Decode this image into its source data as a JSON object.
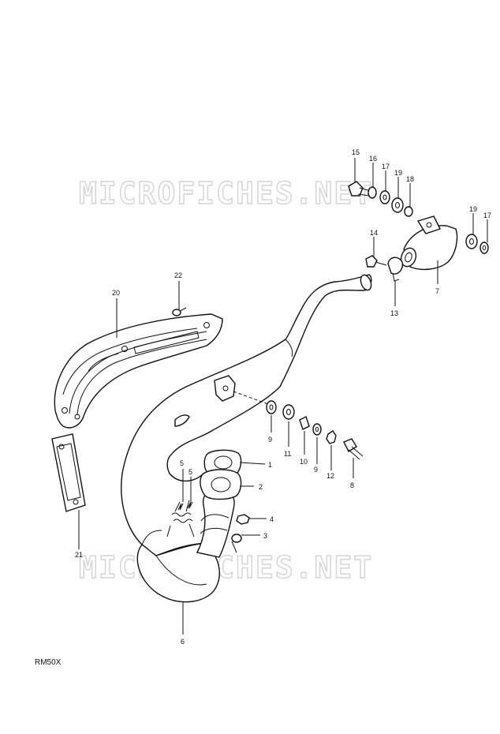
{
  "watermark": "MICROFICHES.NET",
  "model_code": "RM50X",
  "callouts": [
    {
      "id": "c1",
      "label": "1"
    },
    {
      "id": "c2",
      "label": "2"
    },
    {
      "id": "c3",
      "label": "3"
    },
    {
      "id": "c4",
      "label": "4"
    },
    {
      "id": "c5a",
      "label": "5"
    },
    {
      "id": "c5b",
      "label": "5"
    },
    {
      "id": "c6",
      "label": "6"
    },
    {
      "id": "c7",
      "label": "7"
    },
    {
      "id": "c8",
      "label": "8"
    },
    {
      "id": "c9a",
      "label": "9"
    },
    {
      "id": "c9b",
      "label": "9"
    },
    {
      "id": "c10",
      "label": "10"
    },
    {
      "id": "c11",
      "label": "11"
    },
    {
      "id": "c12",
      "label": "12"
    },
    {
      "id": "c13",
      "label": "13"
    },
    {
      "id": "c14",
      "label": "14"
    },
    {
      "id": "c15",
      "label": "15"
    },
    {
      "id": "c16",
      "label": "16"
    },
    {
      "id": "c17a",
      "label": "17"
    },
    {
      "id": "c17b",
      "label": "17"
    },
    {
      "id": "c18",
      "label": "18"
    },
    {
      "id": "c19a",
      "label": "19"
    },
    {
      "id": "c19b",
      "label": "19"
    },
    {
      "id": "c20",
      "label": "20"
    },
    {
      "id": "c21",
      "label": "21"
    },
    {
      "id": "c22",
      "label": "22"
    }
  ]
}
